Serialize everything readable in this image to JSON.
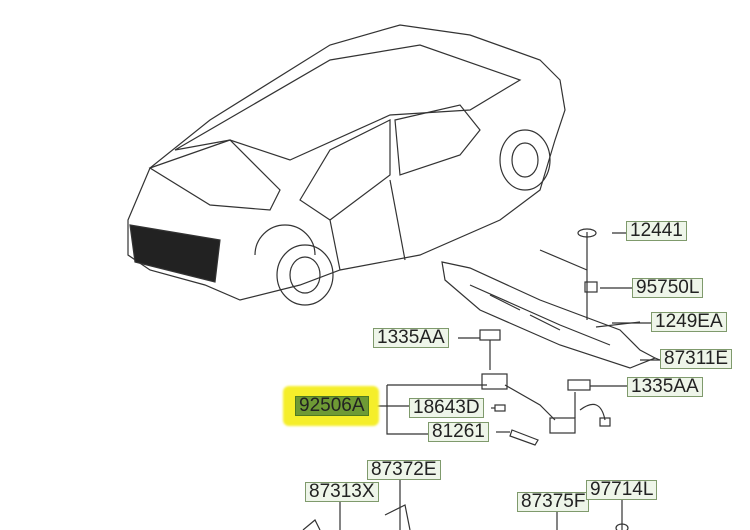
{
  "diagram": {
    "parts": {
      "p12441": "12441",
      "p95750L": "95750L",
      "p1249EA": "1249EA",
      "p87311E": "87311E",
      "p1335AA_left": "1335AA",
      "p1335AA_right": "1335AA",
      "p92506A": "92506A",
      "p18643D": "18643D",
      "p81261": "81261",
      "p87372E": "87372E",
      "p87313X": "87313X",
      "p87375F": "87375F",
      "p97714L": "97714L"
    },
    "highlighted_part": "92506A",
    "colors": {
      "highlight": "#f5ee2a",
      "selected_label": "#6e9a35",
      "label_bg": "#eef5e9"
    }
  }
}
